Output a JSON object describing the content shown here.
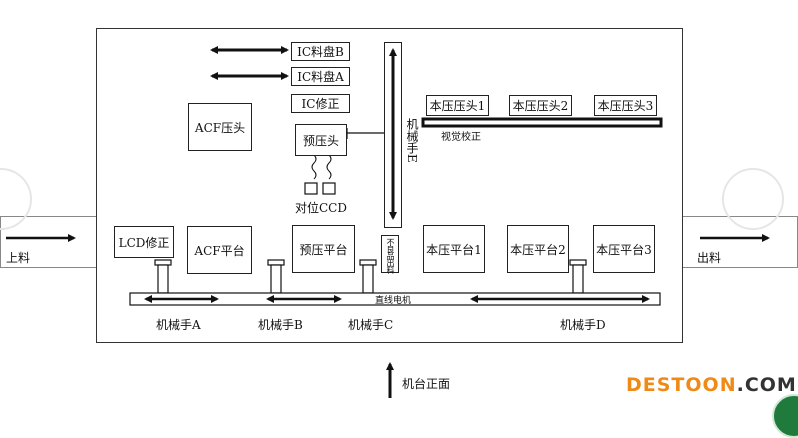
{
  "input_label": "上料",
  "output_label": "出料",
  "front_label": "机台正面",
  "tray_b": "IC料盘B",
  "tray_a": "IC料盘A",
  "ic_correct": "IC修正",
  "acf_press": "ACF压头",
  "pre_press_head": "预压头",
  "align_ccd": "对位CCD",
  "robot_e": "机械手E",
  "main_heads": [
    "本压压头1",
    "本压压头2",
    "本压压头3"
  ],
  "vision_correct": "视觉校正",
  "lcd_correct": "LCD修正",
  "acf_platform": "ACF平台",
  "pre_platform": "预压平台",
  "nudge_label": "不良品出料",
  "main_platforms": [
    "本压平台1",
    "本压平台2",
    "本压平台3"
  ],
  "linear_motor": "直线电机",
  "robot_a": "机械手A",
  "robot_b": "机械手B",
  "robot_c": "机械手C",
  "robot_d": "机械手D",
  "brand": "DESTOON",
  "brand_suffix": ".COM",
  "colors": {
    "brand": "#f08a16",
    "line": "#111111",
    "frame": "#333333"
  }
}
